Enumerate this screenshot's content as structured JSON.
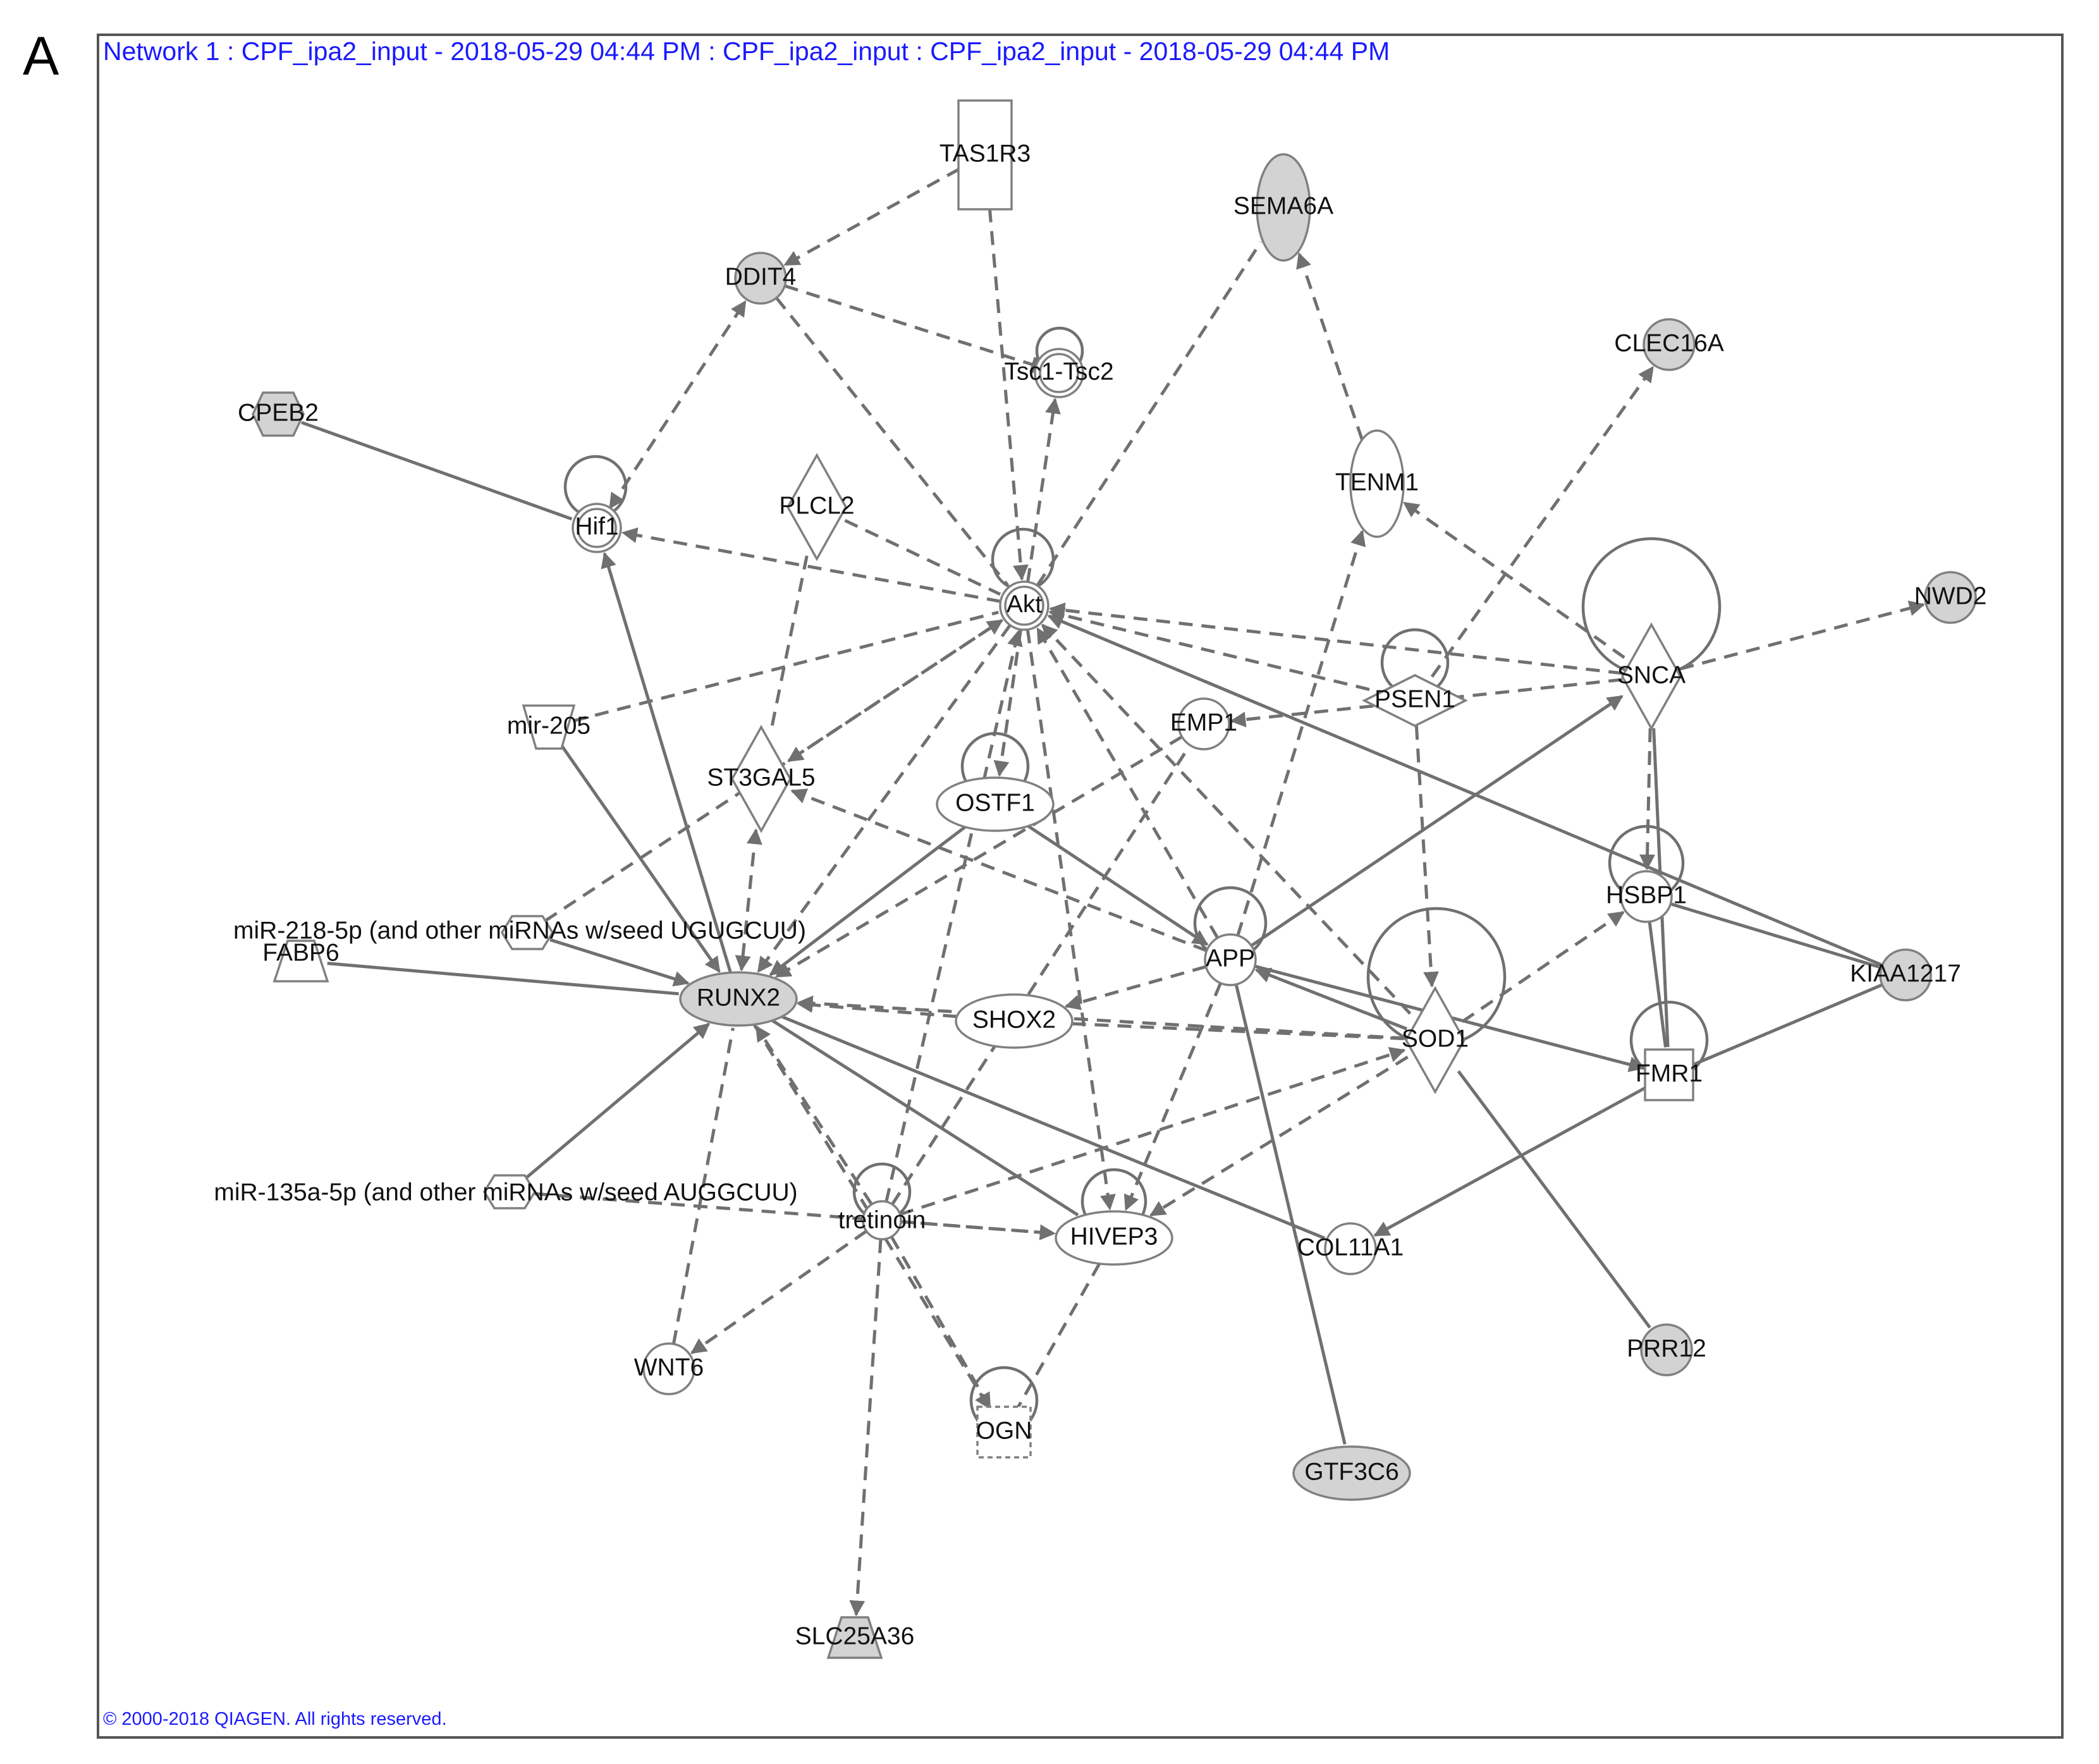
{
  "panel_letter": "A",
  "title": "Network 1 : CPF_ipa2_input - 2018-05-29 04:44 PM : CPF_ipa2_input : CPF_ipa2_input - 2018-05-29 04:44 PM",
  "copyright": "© 2000-2018 QIAGEN. All rights reserved.",
  "colors": {
    "edge": "#707070",
    "node_stroke": "#808080",
    "highlighted_fill": "#d3d3d3",
    "title_text": "#1a1aff"
  },
  "nodes": [
    {
      "id": "TAS1R3",
      "label": "TAS1R3",
      "shape": "rect-tall",
      "highlighted": false
    },
    {
      "id": "SEMA6A",
      "label": "SEMA6A",
      "shape": "ellipse-tall",
      "highlighted": true
    },
    {
      "id": "DDIT4",
      "label": "DDIT4",
      "shape": "circle",
      "highlighted": true
    },
    {
      "id": "Tsc1Tsc2",
      "label": "Tsc1-Tsc2",
      "shape": "double-circle",
      "highlighted": false
    },
    {
      "id": "CLEC16A",
      "label": "CLEC16A",
      "shape": "circle",
      "highlighted": true
    },
    {
      "id": "CPEB2",
      "label": "CPEB2",
      "shape": "hexagon",
      "highlighted": true
    },
    {
      "id": "TENM1",
      "label": "TENM1",
      "shape": "ellipse-tall",
      "highlighted": false
    },
    {
      "id": "Hif1",
      "label": "Hif1",
      "shape": "double-circle",
      "highlighted": false
    },
    {
      "id": "PLCL2",
      "label": "PLCL2",
      "shape": "diamond",
      "highlighted": false
    },
    {
      "id": "Akt",
      "label": "Akt",
      "shape": "double-circle",
      "highlighted": false
    },
    {
      "id": "NWD2",
      "label": "NWD2",
      "shape": "circle",
      "highlighted": true
    },
    {
      "id": "SNCA",
      "label": "SNCA",
      "shape": "diamond",
      "highlighted": false
    },
    {
      "id": "PSEN1",
      "label": "PSEN1",
      "shape": "diamond-wide",
      "highlighted": false
    },
    {
      "id": "mir205",
      "label": "mir-205",
      "shape": "trapezoid-down",
      "highlighted": false
    },
    {
      "id": "EMP1",
      "label": "EMP1",
      "shape": "circle",
      "highlighted": false
    },
    {
      "id": "ST3GAL5",
      "label": "ST3GAL5",
      "shape": "diamond",
      "highlighted": false
    },
    {
      "id": "OSTF1",
      "label": "OSTF1",
      "shape": "ellipse",
      "highlighted": false
    },
    {
      "id": "HSBP1",
      "label": "HSBP1",
      "shape": "circle",
      "highlighted": false
    },
    {
      "id": "miR218",
      "label": "miR-218-5p (and other miRNAs w/seed UGUGCUU)",
      "shape": "hexagon-small",
      "highlighted": false
    },
    {
      "id": "FABP6",
      "label": "FABP6",
      "shape": "trapezoid-up",
      "highlighted": false
    },
    {
      "id": "APP",
      "label": "APP",
      "shape": "circle",
      "highlighted": false
    },
    {
      "id": "KIAA1217",
      "label": "KIAA1217",
      "shape": "circle",
      "highlighted": true
    },
    {
      "id": "RUNX2",
      "label": "RUNX2",
      "shape": "ellipse",
      "highlighted": true
    },
    {
      "id": "SHOX2",
      "label": "SHOX2",
      "shape": "ellipse",
      "highlighted": false
    },
    {
      "id": "SOD1",
      "label": "SOD1",
      "shape": "diamond",
      "highlighted": false
    },
    {
      "id": "FMR1",
      "label": "FMR1",
      "shape": "rect",
      "highlighted": false
    },
    {
      "id": "miR135",
      "label": "miR-135a-5p (and other miRNAs w/seed AUGGCUU)",
      "shape": "hexagon-small",
      "highlighted": false
    },
    {
      "id": "tretinoin",
      "label": "tretinoin",
      "shape": "small",
      "highlighted": false
    },
    {
      "id": "HIVEP3",
      "label": "HIVEP3",
      "shape": "ellipse",
      "highlighted": false
    },
    {
      "id": "COL11A1",
      "label": "COL11A1",
      "shape": "circle",
      "highlighted": false
    },
    {
      "id": "PRR12",
      "label": "PRR12",
      "shape": "circle",
      "highlighted": true
    },
    {
      "id": "WNT6",
      "label": "WNT6",
      "shape": "circle",
      "highlighted": false
    },
    {
      "id": "OGN",
      "label": "OGN",
      "shape": "rect-dashed",
      "highlighted": false
    },
    {
      "id": "GTF3C6",
      "label": "GTF3C6",
      "shape": "ellipse",
      "highlighted": true
    },
    {
      "id": "SLC25A36",
      "label": "SLC25A36",
      "shape": "trapezoid-up",
      "highlighted": true
    }
  ],
  "edges": [
    {
      "from": "TAS1R3",
      "to": "DDIT4",
      "style": "dashed",
      "end": "arrow"
    },
    {
      "from": "TAS1R3",
      "to": "Akt",
      "style": "dashed",
      "end": "arrow"
    },
    {
      "from": "DDIT4",
      "to": "Tsc1Tsc2",
      "style": "dashed",
      "end": "bar"
    },
    {
      "from": "DDIT4",
      "to": "Akt",
      "style": "dashed",
      "end": "none"
    },
    {
      "from": "Hif1",
      "to": "DDIT4",
      "style": "dashed",
      "end": "arrow-both"
    },
    {
      "from": "CPEB2",
      "to": "Hif1",
      "style": "solid",
      "end": "none"
    },
    {
      "from": "Akt",
      "to": "Tsc1Tsc2",
      "style": "dashed",
      "end": "arrow"
    },
    {
      "from": "Akt",
      "to": "SEMA6A",
      "style": "dashed",
      "end": "none"
    },
    {
      "from": "Akt",
      "to": "Hif1",
      "style": "dashed",
      "end": "arrow"
    },
    {
      "from": "PLCL2",
      "to": "Akt",
      "style": "dashed",
      "end": "none"
    },
    {
      "from": "PLCL2",
      "to": "ST3GAL5",
      "style": "dashed",
      "end": "none"
    },
    {
      "from": "TENM1",
      "to": "SEMA6A",
      "style": "dashed",
      "end": "arrow"
    },
    {
      "from": "SNCA",
      "to": "TENM1",
      "style": "dashed",
      "end": "arrow"
    },
    {
      "from": "PSEN1",
      "to": "CLEC16A",
      "style": "dashed",
      "end": "arrow"
    },
    {
      "from": "SNCA",
      "to": "NWD2",
      "style": "dashed",
      "end": "arrow"
    },
    {
      "from": "SNCA",
      "to": "Akt",
      "style": "dashed",
      "end": "arrow"
    },
    {
      "from": "PSEN1",
      "to": "Akt",
      "style": "dashed",
      "end": "arrow"
    },
    {
      "from": "SNCA",
      "to": "EMP1",
      "style": "dashed",
      "end": "arrow"
    },
    {
      "from": "SNCA",
      "to": "HSBP1",
      "style": "dashed",
      "end": "arrow"
    },
    {
      "from": "SNCA",
      "to": "FMR1",
      "style": "solid",
      "end": "none"
    },
    {
      "from": "KIAA1217",
      "to": "Akt",
      "style": "solid",
      "end": "arrow"
    },
    {
      "from": "mir205",
      "to": "Akt",
      "style": "dashed",
      "end": "none"
    },
    {
      "from": "mir205",
      "to": "RUNX2",
      "style": "solid",
      "end": "arrow"
    },
    {
      "from": "ST3GAL5",
      "to": "Akt",
      "style": "dashed",
      "end": "arrow-both"
    },
    {
      "from": "ST3GAL5",
      "to": "RUNX2",
      "style": "dashed",
      "end": "arrow-both"
    },
    {
      "from": "miR218",
      "to": "Akt",
      "style": "dashed",
      "end": "none"
    },
    {
      "from": "miR218",
      "to": "RUNX2",
      "style": "solid",
      "end": "arrow"
    },
    {
      "from": "FABP6",
      "to": "RUNX2",
      "style": "solid",
      "end": "none"
    },
    {
      "from": "Akt",
      "to": "OSTF1",
      "style": "dashed",
      "end": "arrow"
    },
    {
      "from": "Akt",
      "to": "RUNX2",
      "style": "dashed",
      "end": "arrow"
    },
    {
      "from": "APP",
      "to": "Akt",
      "style": "dashed",
      "end": "arrow"
    },
    {
      "from": "APP",
      "to": "ST3GAL5",
      "style": "dashed",
      "end": "arrow"
    },
    {
      "from": "APP",
      "to": "SNCA",
      "style": "solid",
      "end": "arrow"
    },
    {
      "from": "APP",
      "to": "TENM1",
      "style": "dashed",
      "end": "arrow"
    },
    {
      "from": "APP",
      "to": "SHOX2",
      "style": "dashed",
      "end": "arrow"
    },
    {
      "from": "OSTF1",
      "to": "APP",
      "style": "solid",
      "end": "arrow"
    },
    {
      "from": "OSTF1",
      "to": "RUNX2",
      "style": "solid",
      "end": "arrow"
    },
    {
      "from": "EMP1",
      "to": "RUNX2",
      "style": "dashed",
      "end": "arrow"
    },
    {
      "from": "HSBP1",
      "to": "KIAA1217",
      "style": "solid",
      "end": "none"
    },
    {
      "from": "HSBP1",
      "to": "FMR1",
      "style": "solid",
      "end": "none"
    },
    {
      "from": "SOD1",
      "to": "HSBP1",
      "style": "dashed",
      "end": "arrow"
    },
    {
      "from": "SOD1",
      "to": "APP",
      "style": "solid",
      "end": "arrow"
    },
    {
      "from": "SOD1",
      "to": "RUNX2",
      "style": "dashed",
      "end": "arrow"
    },
    {
      "from": "SOD1",
      "to": "Akt",
      "style": "dashed",
      "end": "arrow"
    },
    {
      "from": "PSEN1",
      "to": "SOD1",
      "style": "dashed",
      "end": "arrow"
    },
    {
      "from": "APP",
      "to": "FMR1",
      "style": "solid",
      "end": "arrow"
    },
    {
      "from": "SOD1",
      "to": "HIVEP3",
      "style": "dashed",
      "end": "arrow"
    },
    {
      "from": "SOD1",
      "to": "PRR12",
      "style": "solid",
      "end": "none"
    },
    {
      "from": "KIAA1217",
      "to": "FMR1",
      "style": "solid",
      "end": "none"
    },
    {
      "from": "FMR1",
      "to": "COL11A1",
      "style": "solid",
      "end": "arrow"
    },
    {
      "from": "SHOX2",
      "to": "RUNX2",
      "style": "dashed",
      "end": "arrow"
    },
    {
      "from": "RUNX2",
      "to": "COL11A1",
      "style": "solid",
      "end": "none"
    },
    {
      "from": "RUNX2",
      "to": "HIVEP3",
      "style": "solid",
      "end": "none"
    },
    {
      "from": "RUNX2",
      "to": "OGN",
      "style": "dashed",
      "end": "arrow"
    },
    {
      "from": "miR135",
      "to": "RUNX2",
      "style": "solid",
      "end": "arrow"
    },
    {
      "from": "miR135",
      "to": "HIVEP3",
      "style": "dashed",
      "end": "arrow"
    },
    {
      "from": "tretinoin",
      "to": "RUNX2",
      "style": "dashed",
      "end": "arrow"
    },
    {
      "from": "tretinoin",
      "to": "WNT6",
      "style": "dashed",
      "end": "arrow"
    },
    {
      "from": "tretinoin",
      "to": "OGN",
      "style": "dashed",
      "end": "arrow"
    },
    {
      "from": "tretinoin",
      "to": "SLC25A36",
      "style": "dashed",
      "end": "arrow"
    },
    {
      "from": "tretinoin",
      "to": "HIVEP3",
      "style": "dashed",
      "end": "arrow"
    },
    {
      "from": "tretinoin",
      "to": "SOD1",
      "style": "dashed",
      "end": "arrow"
    },
    {
      "from": "tretinoin",
      "to": "Akt",
      "style": "dashed",
      "end": "arrow"
    },
    {
      "from": "tretinoin",
      "to": "EMP1",
      "style": "dashed",
      "end": "none"
    },
    {
      "from": "WNT6",
      "to": "RUNX2",
      "style": "dashed",
      "end": "none"
    },
    {
      "from": "HIVEP3",
      "to": "OGN",
      "style": "dashed",
      "end": "none"
    },
    {
      "from": "APP",
      "to": "HIVEP3",
      "style": "dashed",
      "end": "arrow"
    },
    {
      "from": "APP",
      "to": "GTF3C6",
      "style": "solid",
      "end": "none"
    },
    {
      "from": "Akt",
      "to": "HIVEP3",
      "style": "dashed",
      "end": "arrow"
    },
    {
      "from": "SHOX2",
      "to": "SOD1",
      "style": "dashed",
      "end": "none"
    },
    {
      "from": "RUNX2",
      "to": "Hif1",
      "style": "solid",
      "end": "arrow"
    }
  ],
  "self_loops": [
    "Hif1",
    "Akt",
    "Tsc1Tsc2",
    "PSEN1",
    "SNCA",
    "OSTF1",
    "HSBP1",
    "APP",
    "SOD1",
    "FMR1",
    "tretinoin",
    "HIVEP3",
    "OGN"
  ]
}
